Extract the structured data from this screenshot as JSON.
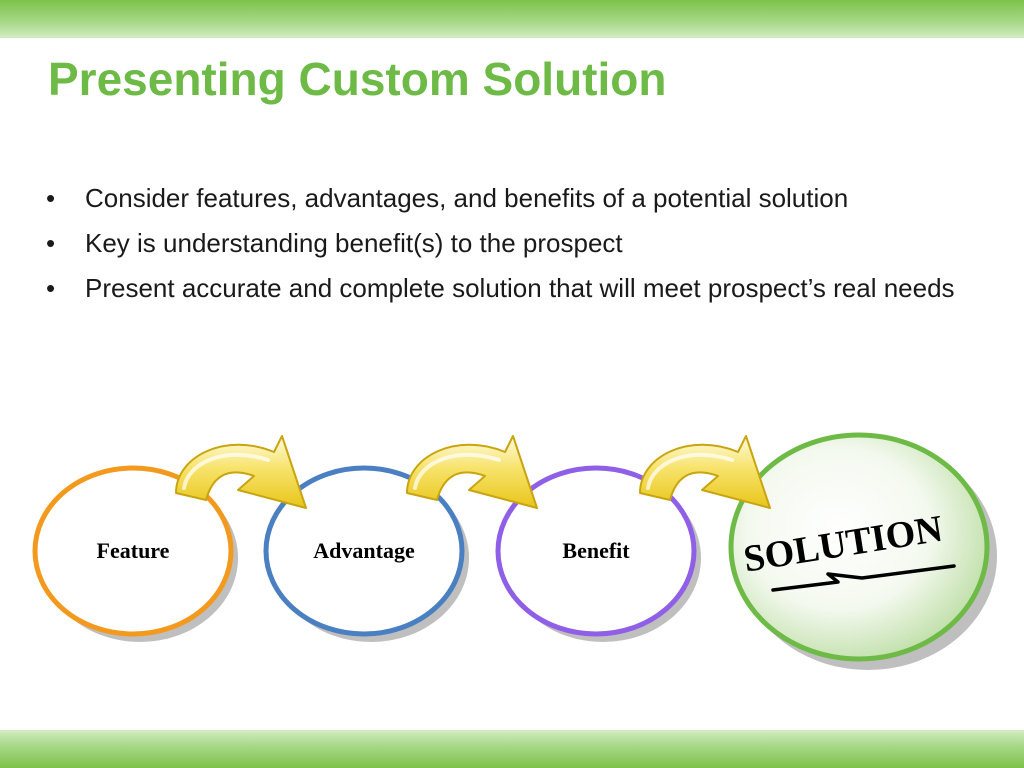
{
  "slide": {
    "title": "Presenting Custom Solution",
    "bullet_glyph": "•",
    "bullets": [
      "Consider features, advantages, and benefits of a potential solution",
      "Key is understanding benefit(s) to the prospect",
      "Present accurate and complete solution that will meet prospect’s real needs"
    ]
  },
  "diagram": {
    "nodes": [
      {
        "label": "Feature",
        "color": "#f39a1e"
      },
      {
        "label": "Advantage",
        "color": "#4a7fc1"
      },
      {
        "label": "Benefit",
        "color": "#8f5fe8"
      }
    ],
    "solution": {
      "label": "SOLUTION",
      "color": "#6dba46"
    },
    "arrow_color": "#f2d21a",
    "theme_green": "#6dba46"
  }
}
